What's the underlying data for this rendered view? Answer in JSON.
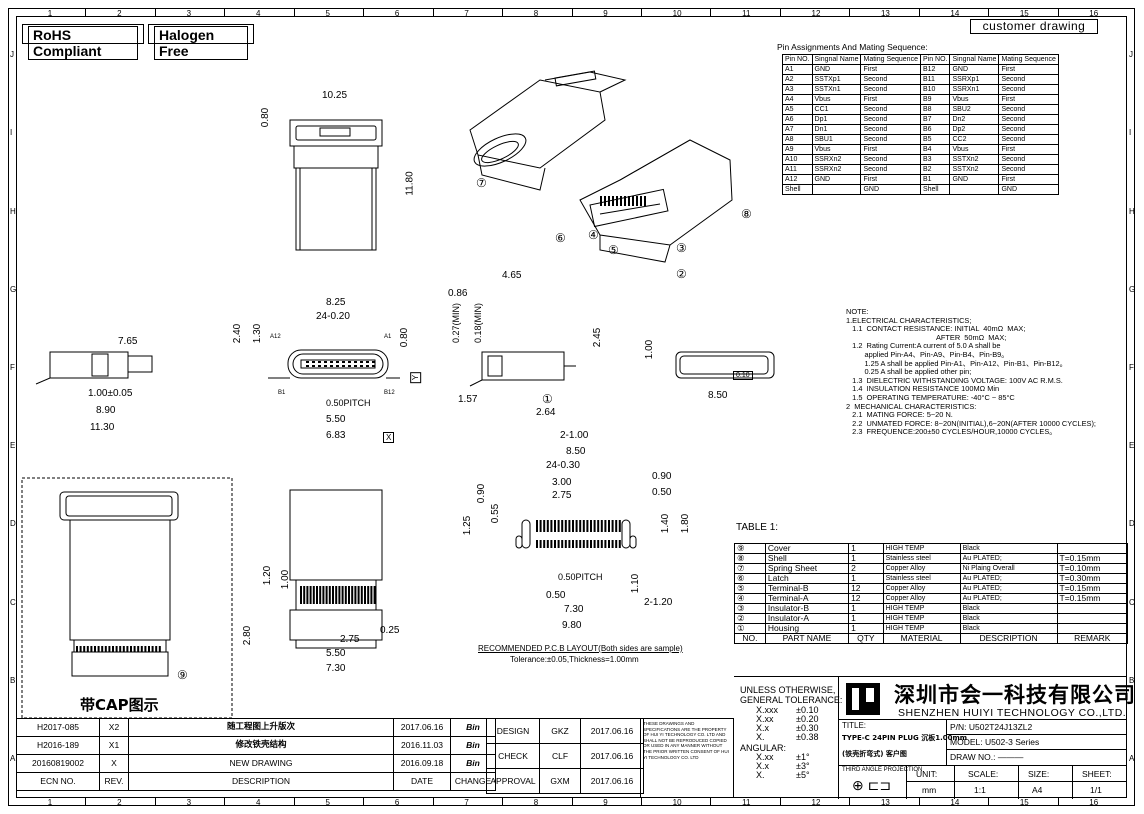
{
  "badges": {
    "rohs": "RoHS Compliant",
    "halogen": "Halogen Free",
    "customer": "customer drawing"
  },
  "zones": {
    "columns": [
      "1",
      "2",
      "3",
      "4",
      "5",
      "6",
      "7",
      "8",
      "9",
      "10",
      "11",
      "12",
      "13",
      "14",
      "15",
      "16"
    ],
    "rows": [
      "J",
      "I",
      "H",
      "G",
      "F",
      "E",
      "D",
      "C",
      "B",
      "A"
    ]
  },
  "pins": {
    "title": "Pin Assignments And Mating Sequence:",
    "headers": [
      "Pin NO.",
      "Singnal Name",
      "Mating Sequence",
      "Pin NO.",
      "Singnal Name",
      "Mating Sequence"
    ],
    "rows": [
      [
        "A1",
        "GND",
        "First",
        "B12",
        "GND",
        "First"
      ],
      [
        "A2",
        "SSTXp1",
        "Second",
        "B11",
        "SSRXp1",
        "Second"
      ],
      [
        "A3",
        "SSTXn1",
        "Second",
        "B10",
        "SSRXn1",
        "Second"
      ],
      [
        "A4",
        "Vbus",
        "First",
        "B9",
        "Vbus",
        "First"
      ],
      [
        "A5",
        "CC1",
        "Second",
        "B8",
        "SBU2",
        "Second"
      ],
      [
        "A6",
        "Dp1",
        "Second",
        "B7",
        "Dn2",
        "Second"
      ],
      [
        "A7",
        "Dn1",
        "Second",
        "B6",
        "Dp2",
        "Second"
      ],
      [
        "A8",
        "SBU1",
        "Second",
        "B5",
        "CC2",
        "Second"
      ],
      [
        "A9",
        "Vbus",
        "First",
        "B4",
        "Vbus",
        "First"
      ],
      [
        "A10",
        "SSRXn2",
        "Second",
        "B3",
        "SSTXn2",
        "Second"
      ],
      [
        "A11",
        "SSRXn2",
        "Second",
        "B2",
        "SSTXn2",
        "Second"
      ],
      [
        "A12",
        "GND",
        "First",
        "B1",
        "GND",
        "First"
      ],
      [
        "Shell",
        "",
        "GND",
        "Shell",
        "",
        "GND"
      ]
    ]
  },
  "notes": [
    "NOTE:",
    "1.ELECTRICAL CHARACTERISTICS;",
    "   1.1  CONTACT RESISTANCE: INITIAL  40mΩ  MAX;",
    "                                            AFTER  50mΩ  MAX;",
    "   1.2  Rating Current:A current of 5.0 A shall be",
    "         applied Pin-A4、Pin-A9、Pin-B4、Pin-B9。",
    "         1.25 A shall be applied Pin-A1、Pin-A12、Pin-B1、Pin-B12。",
    "         0.25 A shall be applied other pin;",
    "   1.3  DIELECTRIC WITHSTANDING VOLTAGE: 100V AC R.M.S.",
    "   1.4  INSULATION RESISTANCE 100MΩ Min",
    "   1.5  OPERATING TEMPERATURE: -40°C ~ 85°C",
    "2  MECHANICAL CHARACTERISTICS:",
    "   2.1  MATING FORCE: 5~20 N.",
    "   2.2  UNMATED FORCE: 8~20N(INITIAL),6~20N(AFTER 10000 CYCLES);",
    "   2.3  FREQUENCE:200±50 CYCLES/HOUR,10000 CYCLES。"
  ],
  "parts": {
    "label": "TABLE 1:",
    "rows": [
      [
        "⑨",
        "Cover",
        "1",
        "HIGH TEMP",
        "Black",
        ""
      ],
      [
        "⑧",
        "Shell",
        "1",
        "Stainless steel",
        "Au PLATED;",
        "T=0.15mm"
      ],
      [
        "⑦",
        "Spring Sheet",
        "2",
        "Copper Alloy",
        "Ni Plaing Overall",
        "T=0.10mm"
      ],
      [
        "⑥",
        "Latch",
        "1",
        "Stainless steel",
        "Au PLATED;",
        "T=0.30mm"
      ],
      [
        "⑤",
        "Terminal-B",
        "12",
        "Copper Alloy",
        "Au PLATED;",
        "T=0.15mm"
      ],
      [
        "④",
        "Terminal-A",
        "12",
        "Copper Alloy",
        "Au PLATED;",
        "T=0.15mm"
      ],
      [
        "③",
        "Insulator-B",
        "1",
        "HIGH TEMP",
        "Black",
        ""
      ],
      [
        "②",
        "Insulator-A",
        "1",
        "HIGH TEMP",
        "Black",
        ""
      ],
      [
        "①",
        "Housing",
        "1",
        "HIGH TEMP",
        "Black",
        ""
      ]
    ],
    "headers": [
      "NO.",
      "PART NAME",
      "QTY",
      "MATERIAL",
      "DESCRIPTION",
      "REMARK"
    ]
  },
  "tolerance": {
    "title1": "UNLESS OTHERWISE,",
    "title2": "GENERAL TOLERANCE:",
    "rows": [
      [
        "X.xxx",
        "±0.10"
      ],
      [
        "X.xx",
        "±0.20"
      ],
      [
        "X.x",
        "±0.30"
      ],
      [
        "X.",
        "±0.38"
      ]
    ],
    "angular": "ANGULAR:",
    "arows": [
      [
        "X.xx",
        "±1°"
      ],
      [
        "X.x",
        "±3°"
      ],
      [
        "X.",
        "±5°"
      ]
    ]
  },
  "company": {
    "cn": "深圳市会一科技有限公司",
    "en": "SHENZHEN  HUIYI  TECHNOLOGY  CO.,LTD.",
    "logo": "HY"
  },
  "titleblock": {
    "title_label": "TITLE:",
    "title1": "TYPE-C 24PIN PLUG  沉板1.00mm",
    "title2": "(铁壳折弯式)          客户图",
    "pn": "P/N:   U502T24J13ZL2",
    "model": "MODEL:   U502-3 Series",
    "draw": "DRAW NO.:  ———",
    "projection": "THIRD ANGLE PROJECTION",
    "unit_label": "UNIT:",
    "unit": "mm",
    "scale_label": "SCALE:",
    "scale": "1:1",
    "size_label": "SIZE:",
    "size": "A4",
    "sheet_label": "SHEET:",
    "sheet": "1/1"
  },
  "approvals": [
    [
      "DESIGN",
      "GKZ",
      "2017.06.16"
    ],
    [
      "CHECK",
      "CLF",
      "2017.06.16"
    ],
    [
      "APPROVAL",
      "GXM",
      "2017.06.16"
    ]
  ],
  "disclaimer": "THESE DRAWINGS AND SPECIFICATIONS ARE THE PROPERTY OF HUI YI TECHNOLOGY CO. LTD AND SHALL NOT BE REPRODUCED COPIED OR USED IN ANY MANNER WITHOUT THE PRIOR WRITTEN CONSENT OF HUI YI TECHNOLOGY CO. LTD",
  "revisions": {
    "rows": [
      [
        "H2017-085",
        "X2",
        "随工程图上升版次",
        "2017.06.16",
        "Bin"
      ],
      [
        "H2016-189",
        "X1",
        "修改铁壳结构",
        "2016.11.03",
        "Bin"
      ],
      [
        "20160819002",
        "X",
        "NEW DRAWING",
        "2016.09.18",
        "Bin"
      ]
    ],
    "headers": [
      "ECN NO.",
      "REV.",
      "DESCRIPTION",
      "DATE",
      "CHANGE"
    ]
  },
  "cap_label": "带CAP图示",
  "dims": {
    "top_w": "10.25",
    "top_h": "0.80",
    "top_len": "11.80",
    "front_w1": "8.25",
    "front_w2": "24-0.20",
    "front_h1": "2.40",
    "front_h2": "1.30",
    "front_h3": "0.80",
    "front_pitch": "0.50PITCH",
    "front_550": "5.50",
    "front_683": "6.83",
    "pin_a12": "A12",
    "pin_a1": "A1",
    "pin_b1": "B1",
    "pin_b12": "B12",
    "side_765": "7.65",
    "side_100": "1.00±0.05",
    "side_890": "8.90",
    "side_1130": "11.30",
    "mid_465": "4.65",
    "mid_086": "0.86",
    "mid_027": "0.27(MIN)",
    "mid_018": "0.18(MIN)",
    "mid_245": "2.45",
    "mid_100": "1.00",
    "mid_157": "1.57",
    "mid_264": "2.64",
    "r_850": "8.50",
    "r_flat": "0.10",
    "pcb_2100": "2-1.00",
    "pcb_850": "8.50",
    "pcb_2403": "24-0.30",
    "pcb_300": "3.00",
    "pcb_275": "2.75",
    "pcb_090": "0.90",
    "pcb_050": "0.50",
    "pcb_140": "1.40",
    "pcb_180": "1.80",
    "pcb_125": "1.25",
    "pcb_055": "0.55",
    "pcb_0090": "0.90",
    "pcb_110": "1.10",
    "pcb_pitch": "0.50PITCH",
    "pcb_0050": "0.50",
    "pcb_730": "7.30",
    "pcb_2120": "2-1.20",
    "pcb_980": "9.80",
    "pcb_note1": "RECOMMENDED P.C.B LAYOUT(Both sides are sample)",
    "pcb_note2": "Tolerance:±0.05,Thickness=1.00mm",
    "b_120": "1.20",
    "b_100": "1.00",
    "b_280": "2.80",
    "b_275": "2.75",
    "b_025": "0.25",
    "b_550": "5.50",
    "b_730": "7.30",
    "datum_x": "X",
    "datum_y": "Y"
  },
  "balloons": [
    "①",
    "②",
    "③",
    "④",
    "⑤",
    "⑥",
    "⑦",
    "⑧",
    "⑨"
  ]
}
